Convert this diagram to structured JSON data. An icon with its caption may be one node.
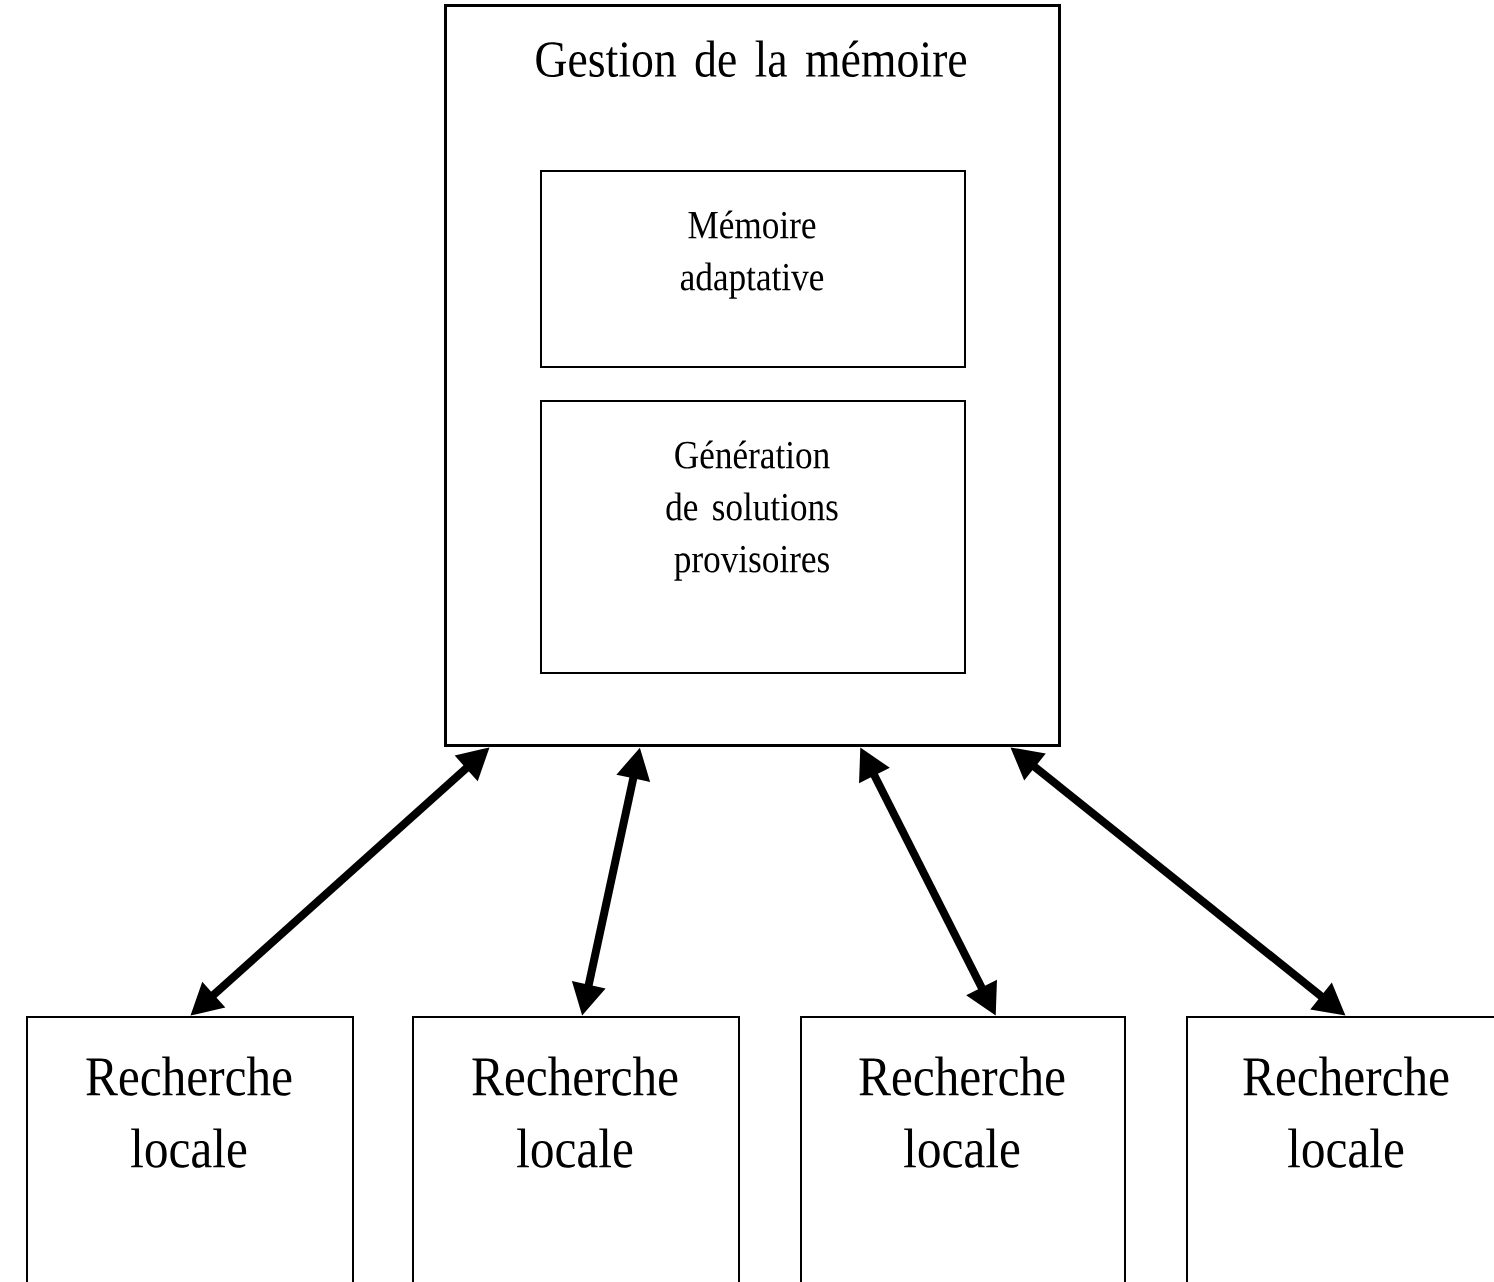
{
  "diagram": {
    "nodes": [
      {
        "text": [
          "Gestion de la mémoire"
        ]
      },
      {
        "text": [
          "Mémoire adaptative"
        ],
        "in": 0
      },
      {
        "text": [
          "Génération de solutions provisoires"
        ],
        "in": 0
      },
      {
        "text": [
          "Recherche locale"
        ]
      },
      {
        "text": [
          "Recherche locale"
        ]
      },
      {
        "text": [
          "Recherche locale"
        ]
      },
      {
        "text": [
          "Recherche locale"
        ]
      }
    ],
    "edges": [
      {
        "from": 0,
        "to": 3,
        "arrow": "both"
      },
      {
        "from": 0,
        "to": 4,
        "arrow": "both"
      },
      {
        "from": 0,
        "to": 5,
        "arrow": "both"
      },
      {
        "from": 0,
        "to": 6,
        "arrow": "both"
      }
    ]
  }
}
